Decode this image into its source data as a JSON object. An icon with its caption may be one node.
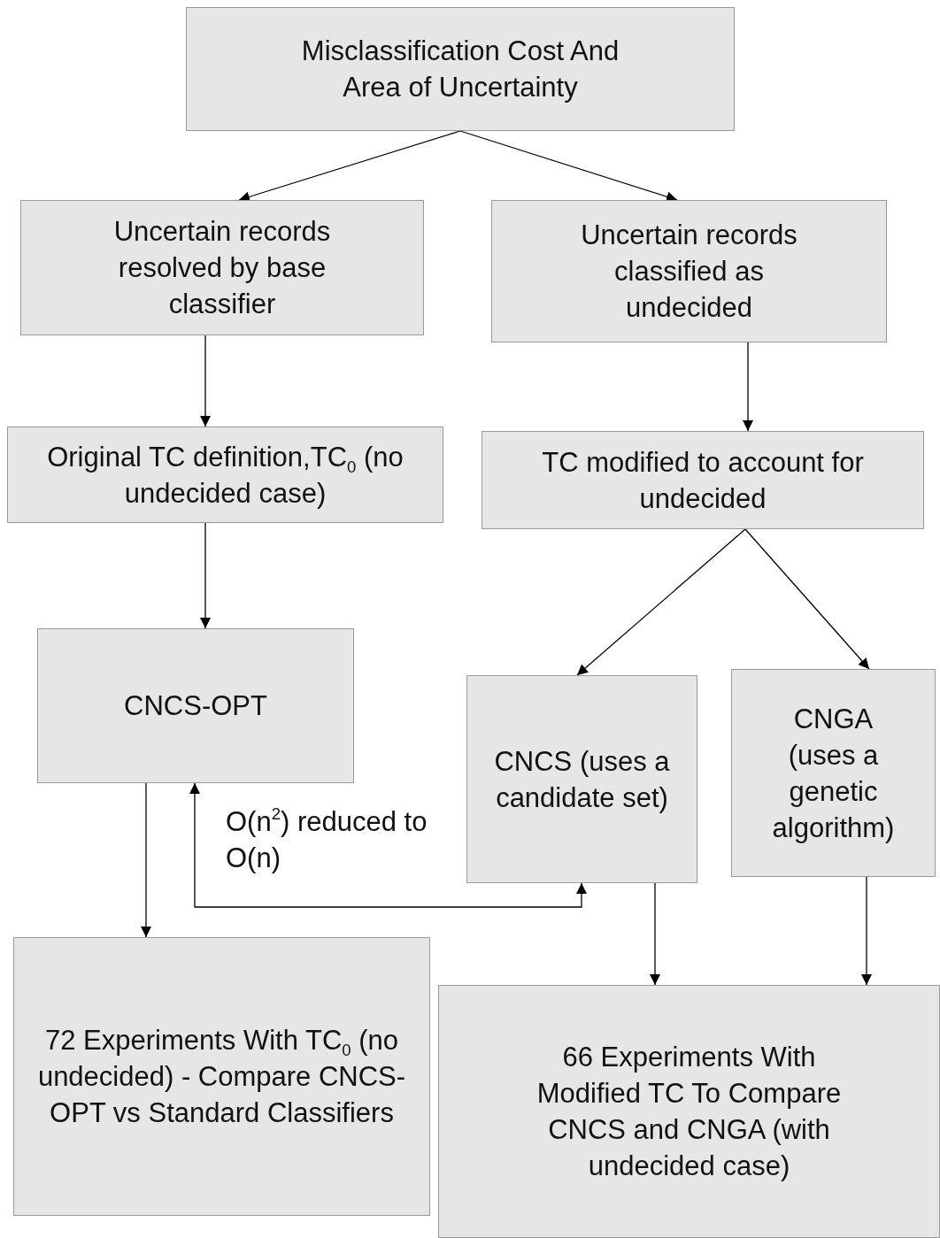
{
  "diagram": {
    "nodes": [
      {
        "text": [
          "Misclassification Cost And Area of Uncertainty"
        ]
      },
      {
        "text": [
          "Uncertain records resolved by base classifier"
        ]
      },
      {
        "text": [
          "Uncertain records classified as undecided"
        ]
      },
      {
        "text": [
          "Original TC definition,TC$_{0}$ (no undecided case)"
        ]
      },
      {
        "text": [
          "TC modified to account for undecided"
        ]
      },
      {
        "text": [
          "CNCS-OPT"
        ]
      },
      {
        "text": [
          "CNCS (uses a candidate set)"
        ]
      },
      {
        "text": [
          "CNGA (uses a genetic algorithm)"
        ]
      },
      {
        "text": [
          "72 Experiments With TC$_{0}$ (no undecided) - Compare CNCS-OPT vs Standard Classifiers"
        ]
      },
      {
        "text": [
          "66 Experiments With Modified TC To Compare CNCS and CNGA (with undecided case)"
        ]
      }
    ],
    "edges": [
      {
        "from": 0,
        "to": 1,
        "arrow": "to"
      },
      {
        "from": 0,
        "to": 2,
        "arrow": "to"
      },
      {
        "from": 1,
        "to": 3,
        "arrow": "to"
      },
      {
        "from": 2,
        "to": 4,
        "arrow": "to"
      },
      {
        "from": 3,
        "to": 5,
        "arrow": "to"
      },
      {
        "from": 4,
        "to": 6,
        "arrow": "to"
      },
      {
        "from": 4,
        "to": 7,
        "arrow": "to"
      },
      {
        "from": 5,
        "to": 8,
        "arrow": "to"
      },
      {
        "from": 6,
        "to": 5,
        "arrow": "both",
        "label": "O(n$^{2}$) reduced to O(n)"
      },
      {
        "from": 6,
        "to": 9,
        "arrow": "to"
      },
      {
        "from": 7,
        "to": 9,
        "arrow": "to"
      }
    ]
  }
}
